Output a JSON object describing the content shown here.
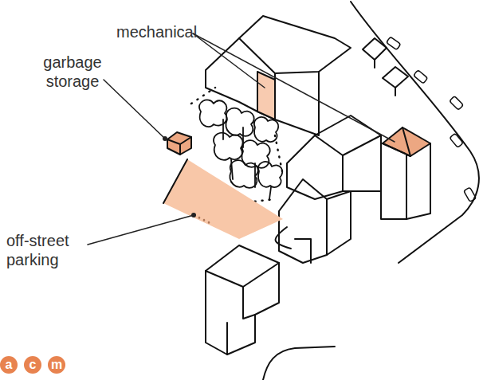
{
  "diagram": {
    "nodes": [
      {
        "text": [
          "a"
        ]
      },
      {
        "text": [
          "c"
        ]
      },
      {
        "text": [
          "m"
        ]
      }
    ],
    "labels": [
      "mechanical",
      "garbage storage",
      "off-street parking"
    ]
  }
}
